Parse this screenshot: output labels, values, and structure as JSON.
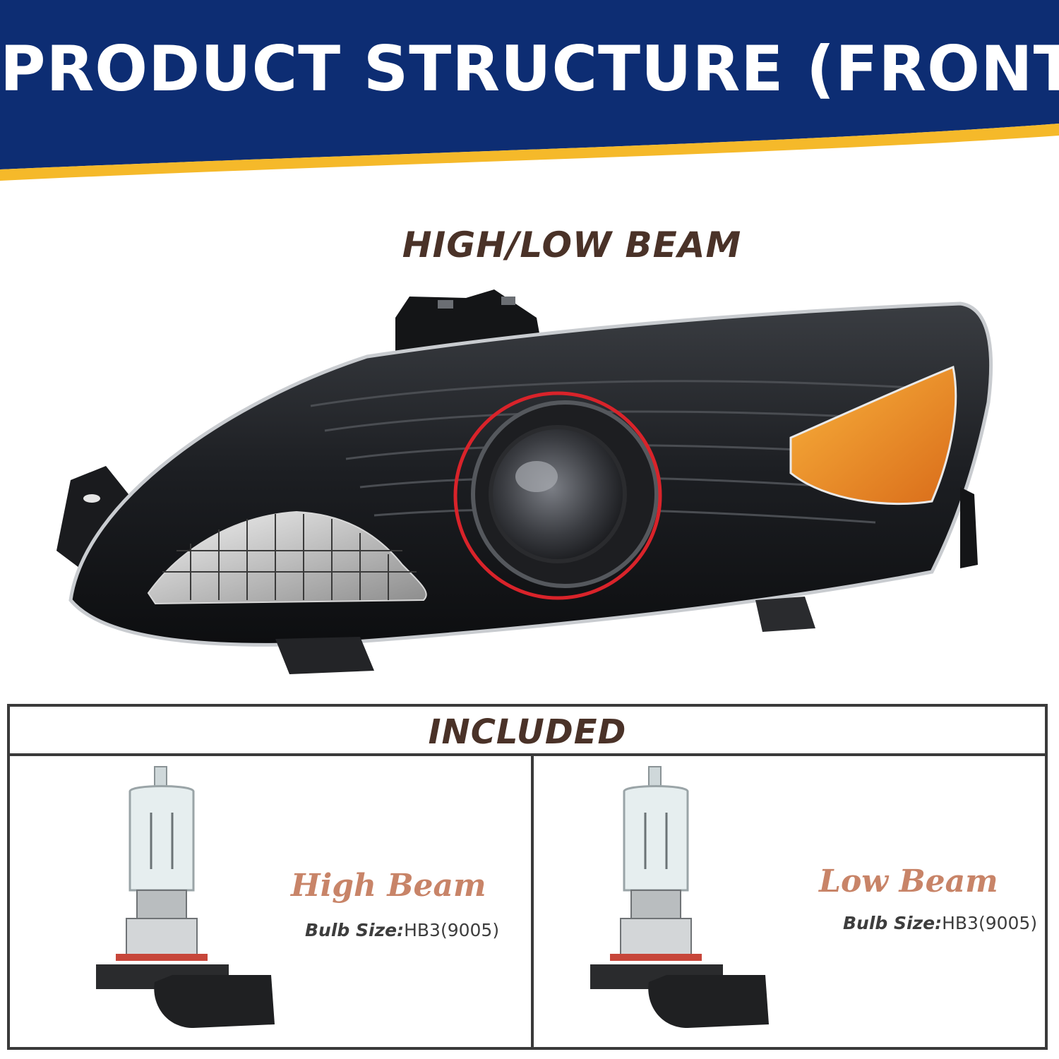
{
  "header": {
    "title": "PRODUCT STRUCTURE (FRONT)",
    "colors": {
      "navy": "#0d2d73",
      "gold": "#f5b92a"
    }
  },
  "feature": {
    "label": "HIGH/LOW BEAM",
    "highlight_color": "#d9232a"
  },
  "included": {
    "title": "INCLUDED",
    "items": [
      {
        "name": "High Beam",
        "size_label": "Bulb Size:",
        "size_value": "HB3(9005)"
      },
      {
        "name": "Low Beam",
        "size_label": "Bulb Size:",
        "size_value": "HB3(9005)"
      }
    ]
  }
}
